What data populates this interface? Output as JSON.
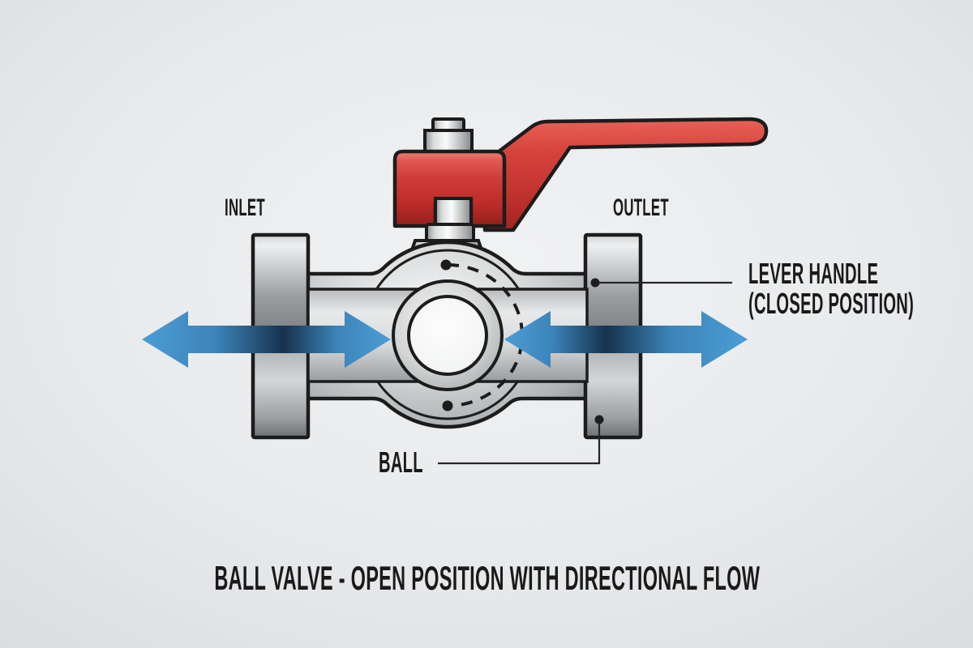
{
  "diagram": {
    "caption": "BALL VALVE - OPEN POSITION WITH DIRECTIONAL FLOW",
    "labels": {
      "inlet": "INLET",
      "outlet": "OUTLET",
      "lever_handle_line1": "LEVER HANDLE",
      "lever_handle_line2": "(CLOSED POSITION)",
      "ball": "BALL"
    },
    "components": {
      "handle": "lever-handle",
      "stem": "valve-stem",
      "body": "valve-body",
      "ball": "ball",
      "bore": "flow-bore",
      "inlet_flange": "inlet-flange",
      "outlet_flange": "outlet-flange",
      "inlet_arrow": "bidirectional-flow-arrow",
      "outlet_arrow": "bidirectional-flow-arrow",
      "rotation_arc": "dashed-rotation-arc"
    },
    "colors": {
      "handle_red": "#cc3a36",
      "handle_red_dark": "#9a211d",
      "arrow_blue_light": "#4a9ed6",
      "arrow_blue_dark": "#16324e",
      "metal_light": "#f2f3f4",
      "metal_dark": "#8f9294",
      "outline": "#1c1c1c",
      "background": "#e8eaec",
      "text": "#1a1a1a"
    }
  }
}
